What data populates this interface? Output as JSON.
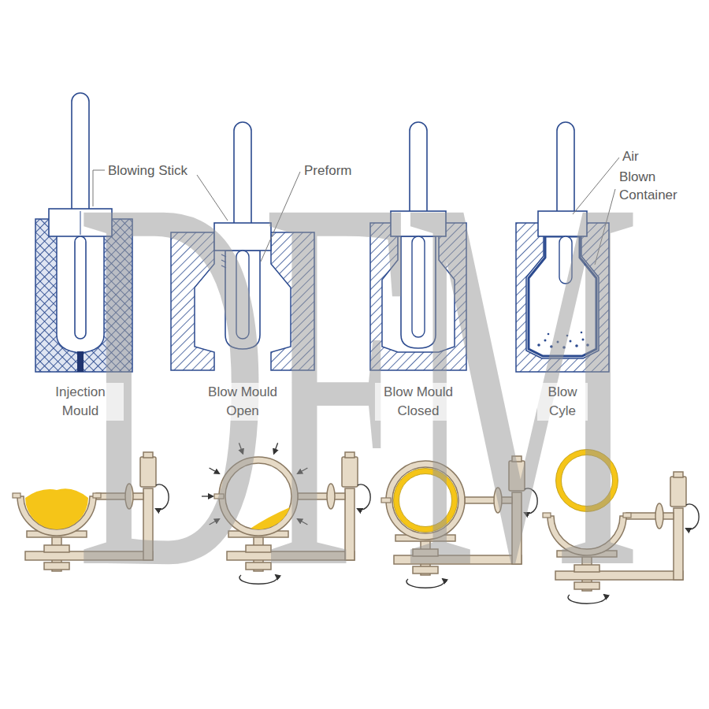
{
  "diagram": {
    "labels": [
      "Blowing Stick",
      "Preform",
      "Air",
      "Blown Container",
      "Injection Mould",
      "Blow Mould Open",
      "Blow Mould Closed",
      "Blow Cyle",
      "DFM"
    ]
  }
}
